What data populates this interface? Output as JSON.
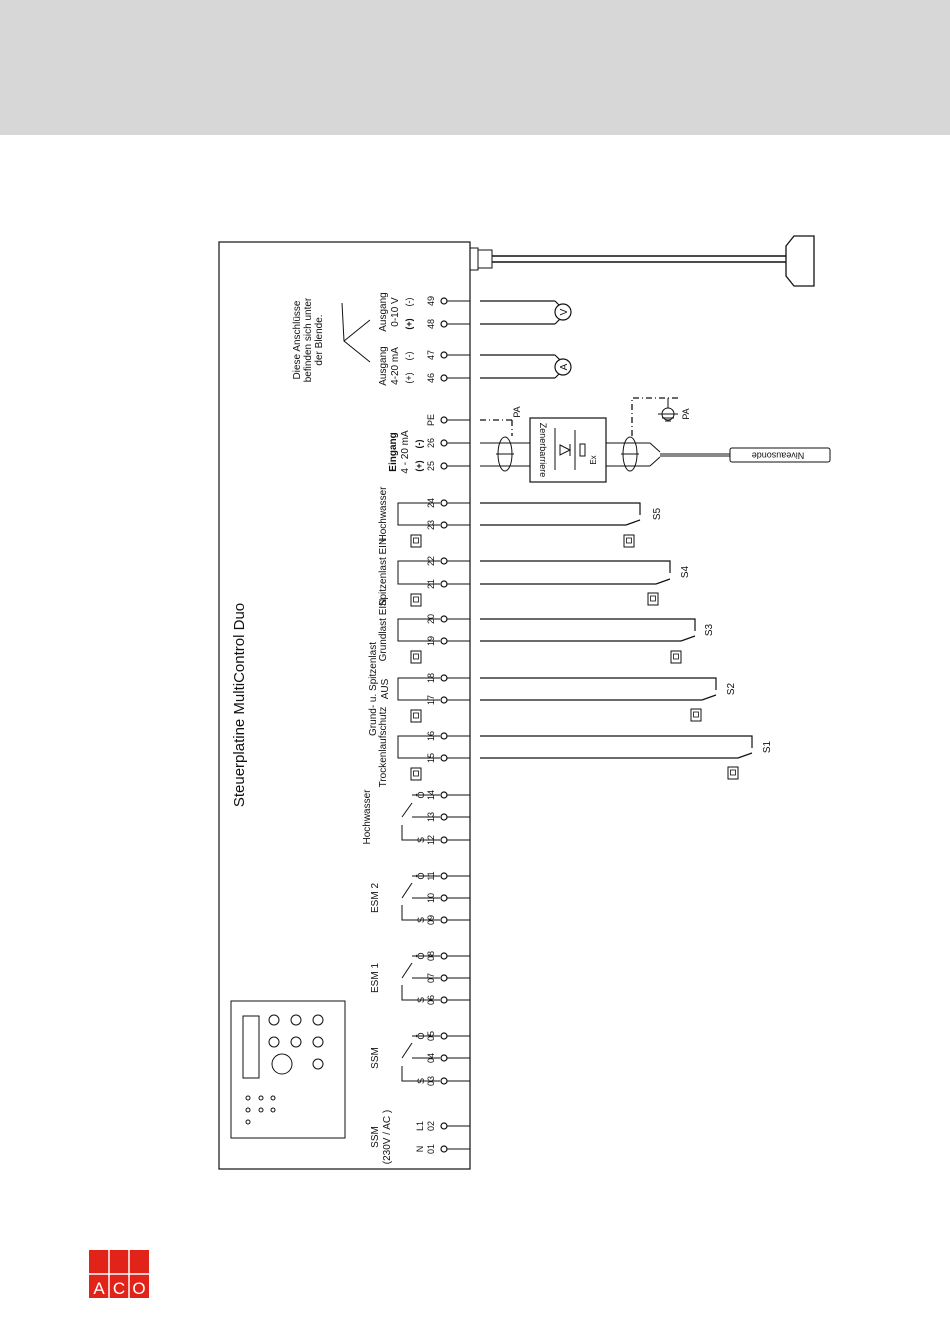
{
  "board": {
    "title": "Steuerplatine MultiControl Duo"
  },
  "note": {
    "lines": [
      "Diese Anschlüsse",
      "befinden sich unter",
      "der Blende."
    ]
  },
  "groups": {
    "ssm_power": [
      "SSM",
      "(230V / AC )"
    ],
    "ssm": "SSM",
    "esm1": "ESM 1",
    "esm2": "ESM 2",
    "hochwasser_relay": "Hochwasser"
  },
  "contact_letters": {
    "s": "S",
    "o": "Ö"
  },
  "terminals": {
    "t01": "01",
    "t02": "02",
    "n": "N",
    "l1": "L1",
    "t03": "03",
    "t04": "04",
    "t05": "05",
    "t06": "06",
    "t07": "07",
    "t08": "08",
    "t09": "09",
    "t10": "10",
    "t11": "11",
    "t12": "12",
    "t13": "13",
    "t14": "14",
    "t15": "15",
    "t16": "16",
    "t17": "17",
    "t18": "18",
    "t19": "19",
    "t20": "20",
    "t21": "21",
    "t22": "22",
    "t23": "23",
    "t24": "24",
    "t25": "25",
    "t26": "26",
    "pe": "PE",
    "t46": "46",
    "t47": "47",
    "t48": "48",
    "t49": "49"
  },
  "inputs": {
    "trocken": "Trockenlaufschutz",
    "grund_spitzen": [
      "Grund- u. Spitzenlast",
      "AUS"
    ],
    "grundlast": "Grundlast EIN",
    "spitzenlast": "Spitzenlast EIN",
    "hochwasser": "Hochwasser"
  },
  "switches": {
    "s1": "S1",
    "s2": "S2",
    "s3": "S3",
    "s4": "S4",
    "s5": "S5"
  },
  "eingang": {
    "label": "Eingang",
    "range": "4 - 20 mA",
    "plus": "(+)",
    "minus": "(-)"
  },
  "ausgang_ma": {
    "label": "Ausgang",
    "range": "4-20 mA",
    "plus": "(+)",
    "minus": "(-)"
  },
  "ausgang_v": {
    "label": "Ausgang",
    "range": "0-10 V",
    "plus": "(+)",
    "minus": "(-)"
  },
  "meters": {
    "ammeter": "A",
    "voltmeter": "V"
  },
  "barrier": {
    "title": "Zenerbarriere",
    "ex": "Ex"
  },
  "pa": "PA",
  "probe": "Niveausonde",
  "logo": {
    "letters": [
      "A",
      "C",
      "O"
    ],
    "color": "#e2231a"
  }
}
